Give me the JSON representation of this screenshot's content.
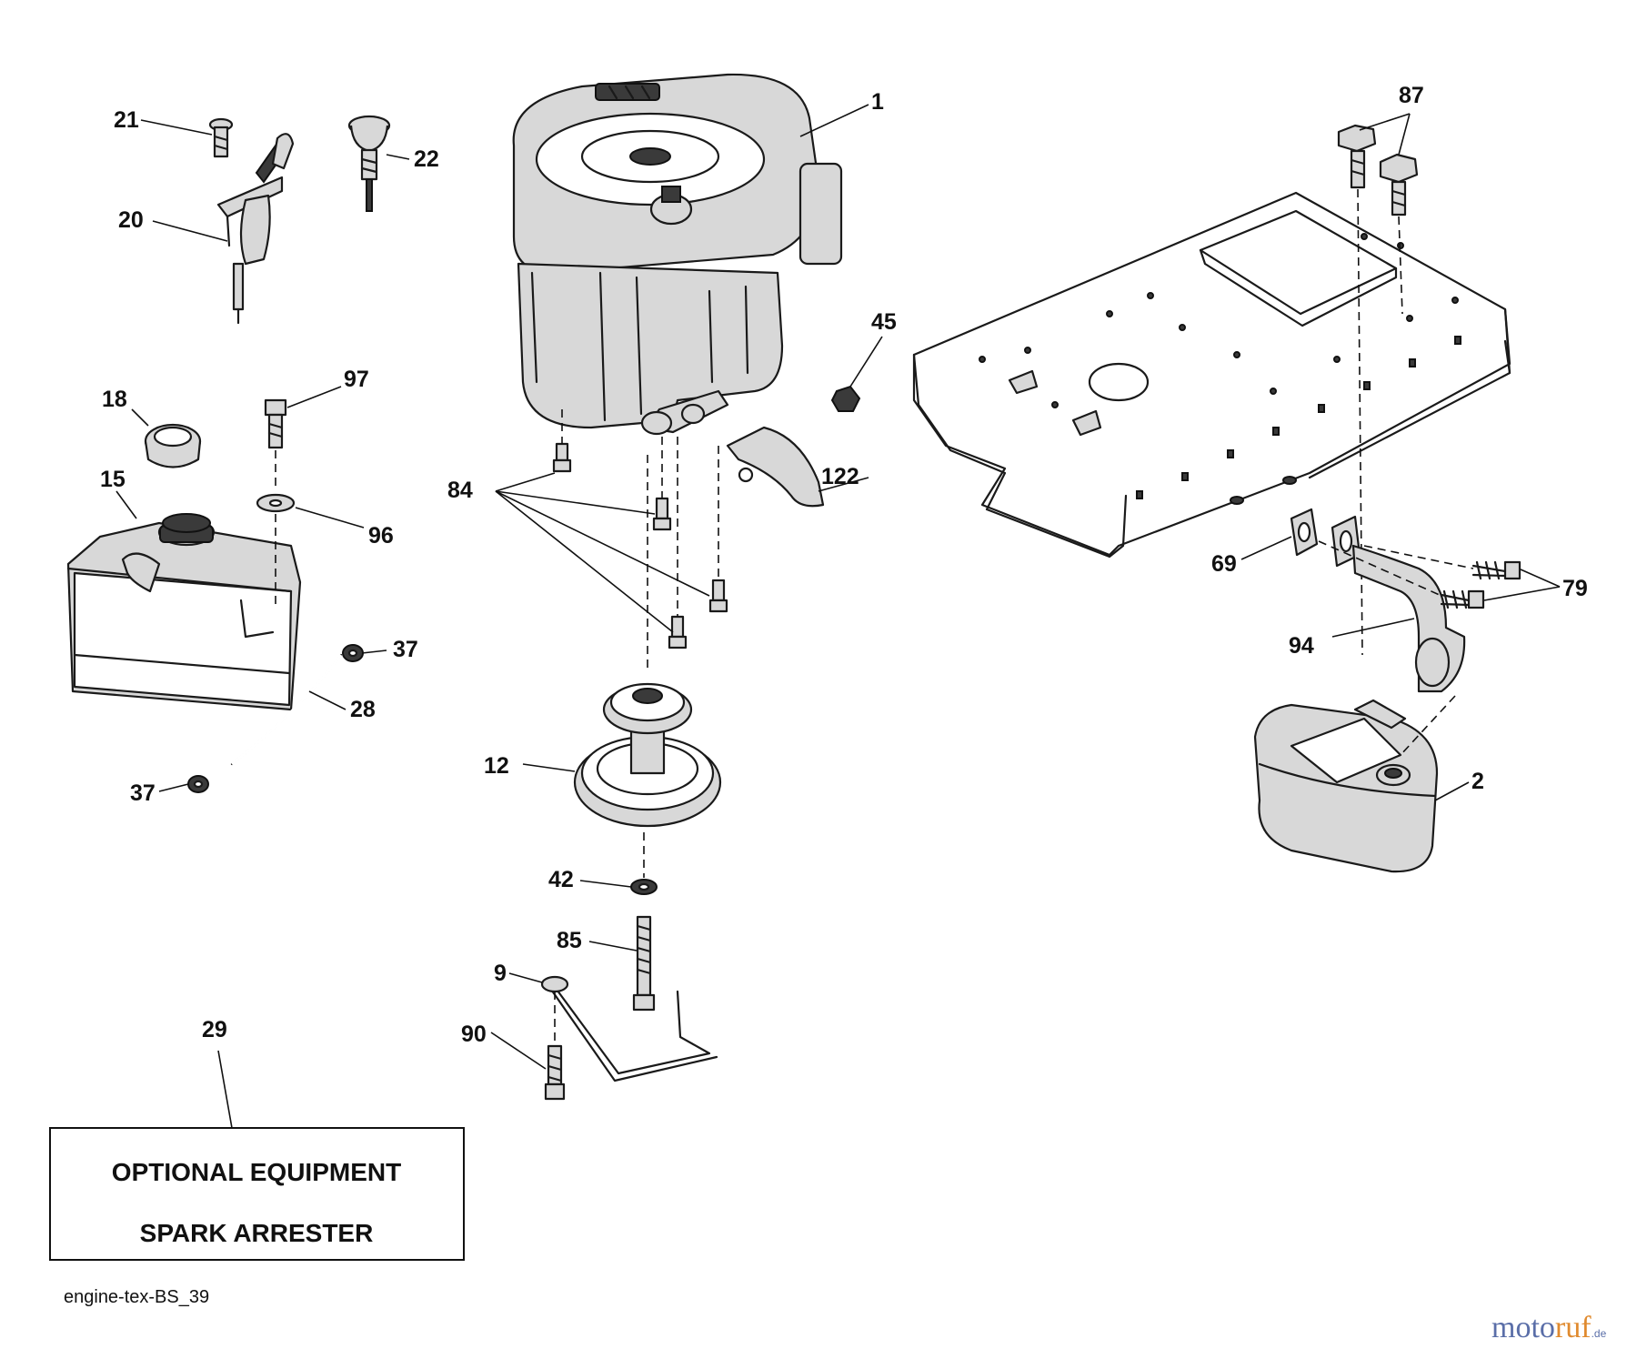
{
  "labels": {
    "l1": "1",
    "l2": "2",
    "l9": "9",
    "l12": "12",
    "l15": "15",
    "l18": "18",
    "l20": "20",
    "l21": "21",
    "l22": "22",
    "l28": "28",
    "l29": "29",
    "l37a": "37",
    "l37b": "37",
    "l42": "42",
    "l45": "45",
    "l69": "69",
    "l79": "79",
    "l84": "84",
    "l85": "85",
    "l87": "87",
    "l90": "90",
    "l94": "94",
    "l96": "96",
    "l97": "97",
    "l122": "122"
  },
  "optional_box": {
    "line1": "OPTIONAL EQUIPMENT",
    "line2": "SPARK ARRESTER"
  },
  "drawing_code": "engine-tex-BS_39",
  "watermark": {
    "part1": "moto",
    "part2": "ruf",
    "suffix": ".de"
  }
}
